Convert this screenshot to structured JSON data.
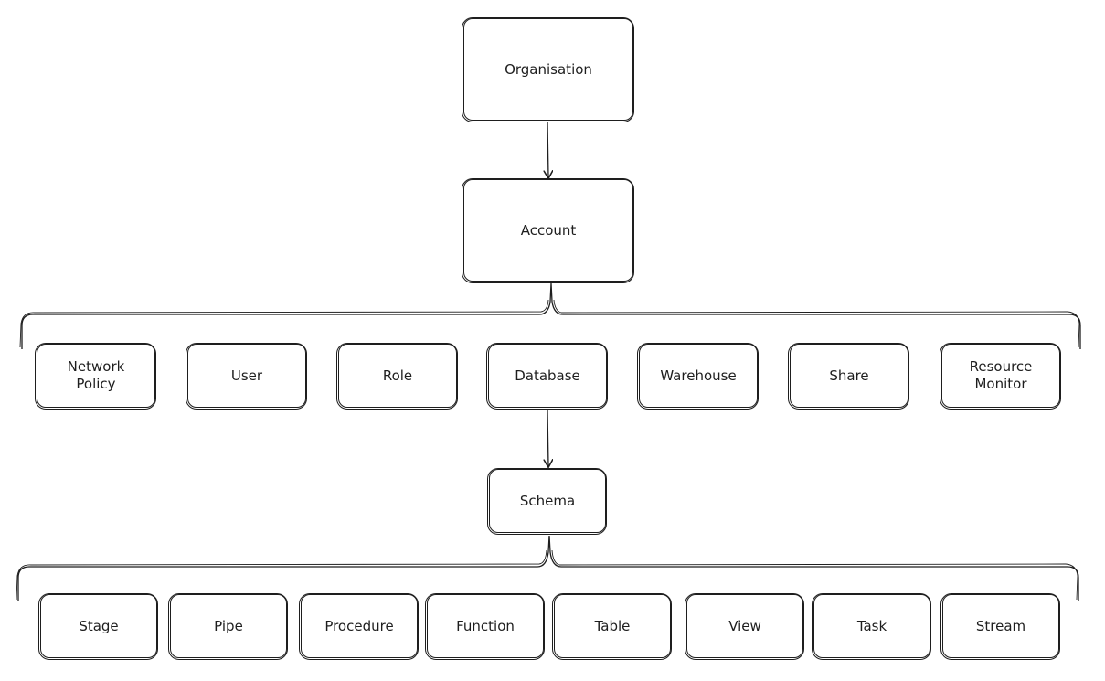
{
  "root": {
    "label": "Organisation"
  },
  "account": {
    "label": "Account"
  },
  "account_children": [
    {
      "label": "Network\nPolicy"
    },
    {
      "label": "User"
    },
    {
      "label": "Role"
    },
    {
      "label": "Database"
    },
    {
      "label": "Warehouse"
    },
    {
      "label": "Share"
    },
    {
      "label": "Resource\nMonitor"
    }
  ],
  "schema": {
    "label": "Schema"
  },
  "schema_children": [
    {
      "label": "Stage"
    },
    {
      "label": "Pipe"
    },
    {
      "label": "Procedure"
    },
    {
      "label": "Function"
    },
    {
      "label": "Table"
    },
    {
      "label": "View"
    },
    {
      "label": "Task"
    },
    {
      "label": "Stream"
    }
  ],
  "colors": {
    "stroke": "#1e1e1e",
    "background": "#ffffff"
  }
}
